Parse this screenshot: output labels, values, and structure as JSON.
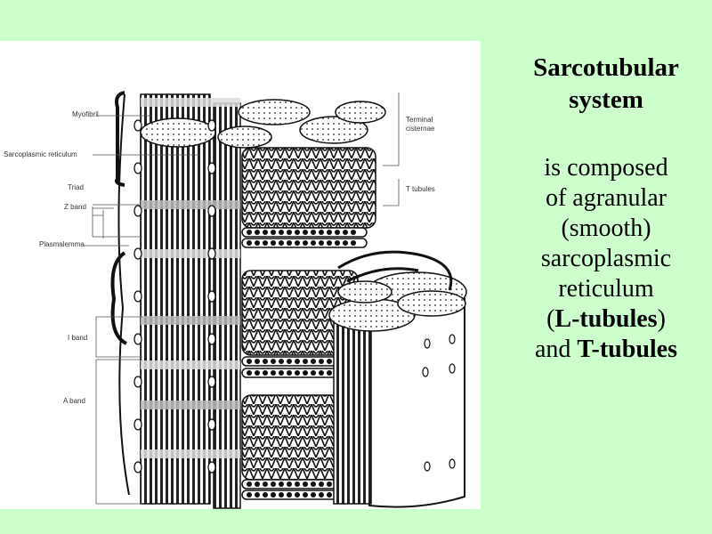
{
  "slide": {
    "title_line1": "Sarcotubular",
    "title_line2": "system",
    "body_line1": "is composed",
    "body_line2": "of agranular",
    "body_line3": "(smooth)",
    "body_line4": "sarcoplasmic",
    "body_line5": "reticulum",
    "body_line6_open": "(",
    "body_line6_bold": "L-tubules",
    "body_line6_close": ")",
    "body_line7_plain": "and ",
    "body_line7_bold": "T-tubules"
  },
  "figure": {
    "labels": {
      "myofibril": "Myofibril",
      "sarcoplasmic_reticulum": "Sarcoplasmic reticulum",
      "triad": "Triad",
      "z_band": "Z band",
      "plasmalemma": "Plasmalemma",
      "i_band": "I band",
      "a_band": "A band",
      "terminal_cisternae_1": "Terminal",
      "terminal_cisternae_2": "cisternae",
      "t_tubules": "T tubules"
    }
  },
  "colors": {
    "background": "#ccffcc",
    "figure_background": "#ffffff",
    "ink": "#111111"
  }
}
